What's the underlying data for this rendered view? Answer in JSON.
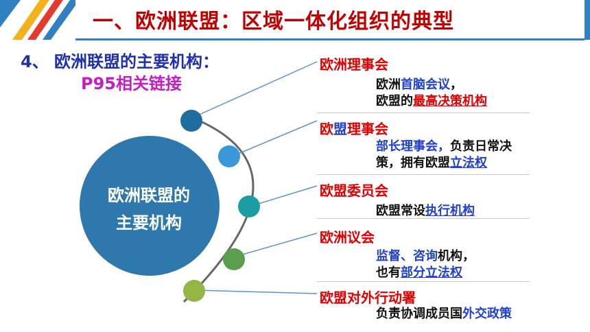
{
  "header": {
    "title": "一、欧洲联盟：区域一体化组织的典型"
  },
  "subtitle": "4、 欧洲联盟的主要机构：",
  "link": "P95相关链接",
  "center_label": [
    "欧洲联盟的",
    "主要机构"
  ],
  "colors": {
    "accent_blue": "#2f7fc1",
    "title_red": "#c00000",
    "org_red": "#e00000",
    "link_purple": "#c020c0"
  },
  "orgs": [
    {
      "name_parts": [
        "欧洲理事会"
      ],
      "desc": [
        [
          "欧洲",
          "首脑会议",
          "，"
        ],
        [
          "欧盟的",
          "最高决策机构"
        ]
      ]
    },
    {
      "name_parts": [
        "欧",
        "盟",
        "理事会"
      ],
      "desc": [
        [
          "部长理事会",
          "，",
          "负责日常决"
        ],
        [
          "策，拥有欧盟",
          "立法权"
        ]
      ]
    },
    {
      "name_parts": [
        "欧盟委员会"
      ],
      "desc": [
        [
          "欧盟常设",
          "执行机构"
        ]
      ]
    },
    {
      "name_parts": [
        "欧洲议会"
      ],
      "desc": [
        [
          "监督、咨询",
          "机构，"
        ],
        [
          "也有",
          "部分立法权"
        ]
      ]
    },
    {
      "name_parts": [
        "欧盟对外行动署"
      ],
      "desc": [
        [
          "负责协调成员国",
          "外交政策"
        ]
      ]
    }
  ]
}
